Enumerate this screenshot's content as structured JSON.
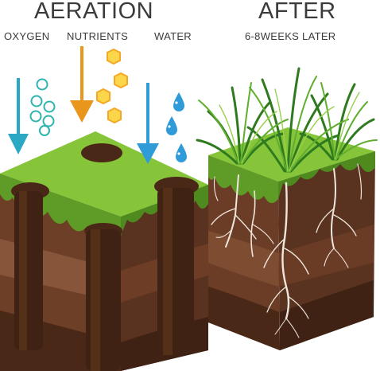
{
  "titles": {
    "aeration": "AERATION",
    "after": "AFTER"
  },
  "labels": {
    "oxygen": "OXYGEN",
    "nutrients": "NUTRIENTS",
    "water": "WATER",
    "after_time": "6-8WEEKS LATER"
  },
  "icons": {
    "oxygen": "oxygen-bubble-icon",
    "nutrients": "nutrient-hexagon-icon",
    "water": "water-drop-icon",
    "arrow": "arrow-down-icon"
  },
  "colors": {
    "oxygen_arrow": "#2aa8c4",
    "nutrient_arrow": "#e9961d",
    "water_arrow": "#2f9bd8",
    "grass_top": "#86c53a",
    "soil_dark": "#4a2a1c",
    "soil_mid": "#7a4a30",
    "roots": "#f2ece6"
  }
}
